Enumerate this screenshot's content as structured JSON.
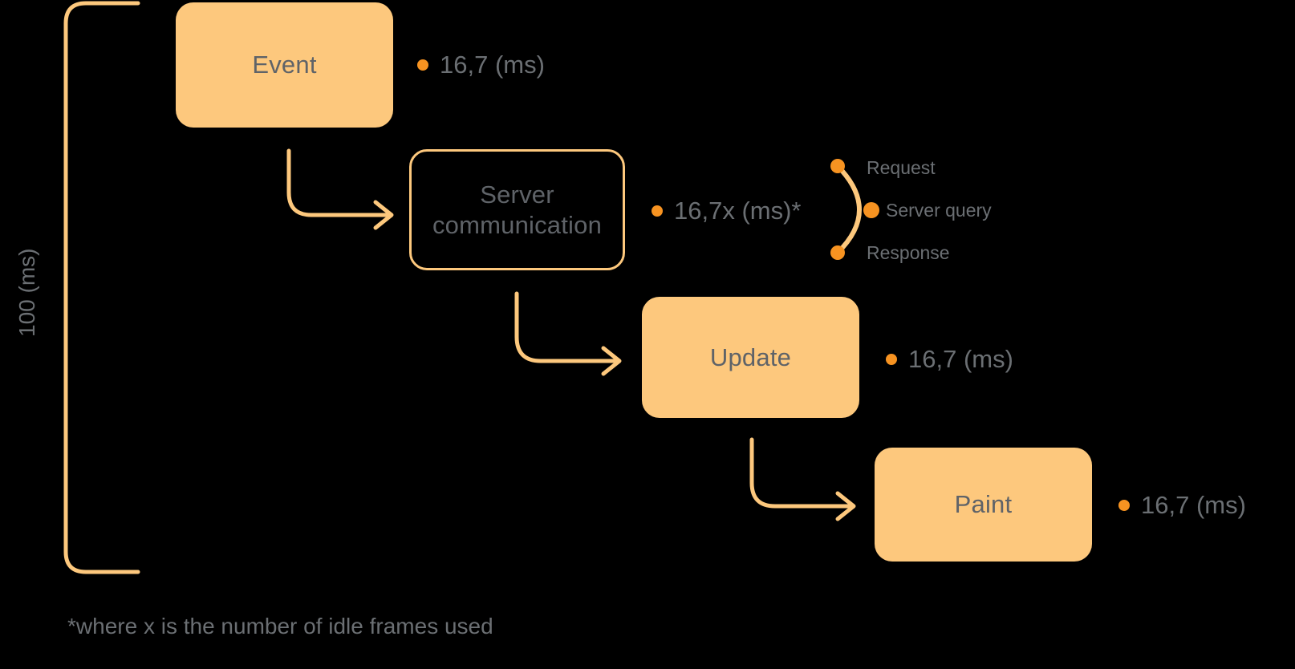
{
  "diagram": {
    "title_axis_label": "100 (ms)",
    "footnote": "*where x is the number of idle frames used",
    "colors": {
      "node_fill": "#fdc87d",
      "node_stroke": "#fdc87d",
      "connector": "#fdc87d",
      "dot": "#f79321",
      "text": "#6b6f73",
      "background": "#000000"
    },
    "nodes": [
      {
        "id": "event",
        "label": "Event",
        "style": "filled"
      },
      {
        "id": "server-communication",
        "label": "Server communication",
        "style": "outlined"
      },
      {
        "id": "update",
        "label": "Update",
        "style": "filled"
      },
      {
        "id": "paint",
        "label": "Paint",
        "style": "filled"
      }
    ],
    "metrics": [
      {
        "id": "event-metric",
        "value": "16,7 (ms)"
      },
      {
        "id": "server-metric",
        "value": "16,7x (ms)*"
      },
      {
        "id": "update-metric",
        "value": "16,7 (ms)"
      },
      {
        "id": "paint-metric",
        "value": "16,7 (ms)"
      }
    ],
    "server_breakdown": [
      {
        "id": "request",
        "label": "Request"
      },
      {
        "id": "server-query",
        "label": "Server query"
      },
      {
        "id": "response",
        "label": "Response"
      }
    ]
  }
}
